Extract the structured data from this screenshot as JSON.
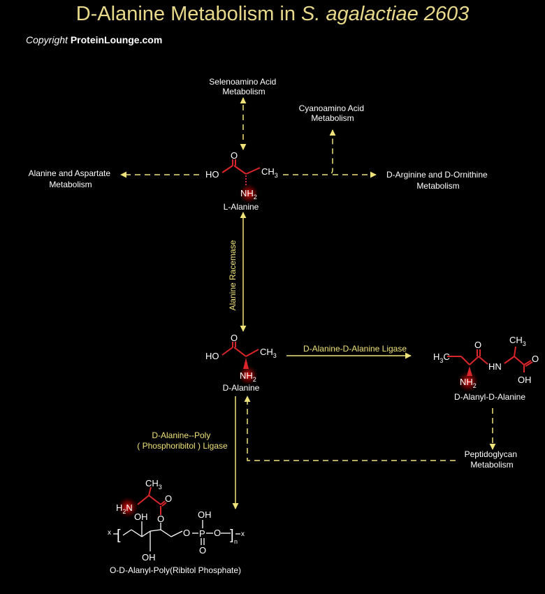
{
  "title": {
    "main": "D-Alanine Metabolism in ",
    "organism": "S. agalactiae 2603"
  },
  "copyright": {
    "prefix": "Copyright ",
    "owner": "ProteinLounge.com"
  },
  "pathways": {
    "selenoamino": [
      "Selenoamino Acid",
      "Metabolism"
    ],
    "cyanoamino": [
      "Cyanoamino Acid",
      "Metabolism"
    ],
    "alanine_aspartate": [
      "Alanine and Aspartate",
      "Metabolism"
    ],
    "arginine_ornithine": [
      "D-Arginine and D-Ornithine",
      "Metabolism"
    ],
    "peptidoglycan": [
      "Peptidoglycan",
      "Metabolism"
    ]
  },
  "compounds": {
    "l_alanine": "L-Alanine",
    "d_alanine": "D-Alanine",
    "d_alanyl_d_alanine": "D-Alanyl-D-Alanine",
    "poly_ribitol": "O-D-Alanyl-Poly(Ribitol Phosphate)"
  },
  "enzymes": {
    "racemase": "Alanine Racemase",
    "ligase": "D-Alanine-D-Alanine Ligase",
    "poly_ligase": [
      "D-Alanine--Poly",
      "( Phosphoribitol ) Ligase"
    ]
  },
  "atoms": {
    "o": "O",
    "ho": "HO",
    "oh": "OH",
    "ch": "CH",
    "c": "C",
    "h": "H",
    "nh": "NH",
    "hn": "HN",
    "n": "N",
    "p": "P",
    "x": "x",
    "sub2": "2",
    "sub3": "3",
    "subn": "n",
    "bracket_open": "[",
    "bracket_close": "]"
  },
  "colors": {
    "background": "#000000",
    "title": "#e8d98a",
    "arrow": "#f0e27a",
    "bond": "#d9262b",
    "glow": "#ff2020",
    "text": "#ffffff"
  }
}
